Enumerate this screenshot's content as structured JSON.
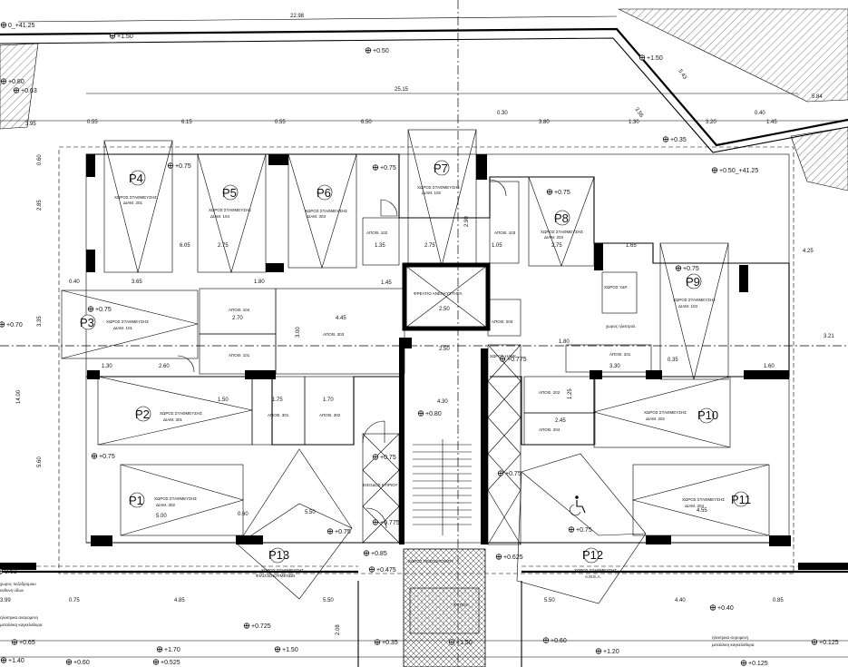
{
  "top_dims": {
    "overall": "22.98",
    "inner": "25.15",
    "right_a": "5.84",
    "right_b": "5.43",
    "right_c": "3.56",
    "right_d": "0.40",
    "seg": [
      "3.95",
      "0.55",
      "6.15",
      "0.55",
      "6.50",
      "0.30",
      "3.80",
      "1.30",
      "3.20",
      "1.45"
    ]
  },
  "levels": {
    "tl": "0_+41.25",
    "tr": "+0.50_+41.25",
    "l1": "+1.50",
    "l2": "+0.50",
    "l3": "+1.50",
    "l4": "+0.75",
    "l5": "+0.75",
    "l6": "+0.75",
    "l7": "+0.75",
    "l8": "+0.35",
    "l9": "+0.75",
    "l10": "+0.75",
    "l11": "+0.80",
    "l12": "+0.75",
    "l13": "+0.75",
    "l14": "+0.75",
    "l15": "+0.75",
    "l16": "+0.85",
    "l17": "+0.475",
    "l18": "+0.625",
    "l19": "+0.725",
    "l20": "+0.35",
    "l21": "+0.60",
    "l22": "+1.20",
    "l23": "+0.40",
    "l24": "+0.125",
    "l25": "+1.70",
    "l26": "+1.50",
    "l27": "+1.50",
    "l28": "+0.525",
    "l29": "+0.60",
    "l30": "+0.125",
    "l31": "+0.65",
    "l32": "+1.40",
    "l33": "+0.63",
    "l34": "+0.80",
    "l35": "+0.70",
    "l36": "0.63",
    "l37": "+0.775",
    "l38": "+0.775"
  },
  "parking": [
    {
      "id": "P4",
      "label": "ΧΩΡΟΣ ΣΤΑΘΜΕΥΣΗΣ",
      "sub": "ΔΙΑΜ. 201"
    },
    {
      "id": "P5",
      "label": "ΧΩΡΟΣ ΣΤΑΘΜΕΥΣΗΣ",
      "sub": "ΔΙΑΜ. 104"
    },
    {
      "id": "P6",
      "label": "ΧΩΡΟΣ ΣΤΑΘΜΕΥΣΗΣ",
      "sub": "ΔΙΑΜ. 303"
    },
    {
      "id": "P7",
      "label": "ΧΩΡΟΣ ΣΤΑΘΜΕΥΣΗΣ",
      "sub": "ΔΙΑΜ. 102"
    },
    {
      "id": "P8",
      "label": "ΧΩΡΟΣ ΣΤΑΘΜΕΥΣΗΣ",
      "sub": "ΔΙΑΜ. 203"
    },
    {
      "id": "P9",
      "label": "ΧΩΡΟΣ ΣΤΑΘΜΕΥΣΗΣ",
      "sub": "ΔΙΑΜ. 103"
    },
    {
      "id": "P3",
      "label": "ΧΩΡΟΣ ΣΤΑΘΜΕΥΣΗΣ",
      "sub": "ΔΙΑΜ. 101"
    },
    {
      "id": "P2",
      "label": "ΧΩΡΟΣ ΣΤΑΘΜΕΥΣΗΣ",
      "sub": "ΔΙΑΜ. 301"
    },
    {
      "id": "P10",
      "label": "ΧΩΡΟΣ ΣΤΑΘΜΕΥΣΗΣ",
      "sub": "ΔΙΑΜ. 202"
    },
    {
      "id": "P1",
      "label": "ΧΩΡΟΣ ΣΤΑΘΜΕΥΣΗΣ",
      "sub": "ΔΙΑΜ. 302"
    },
    {
      "id": "P11",
      "label": "ΧΩΡΟΣ ΣΤΑΘΜΕΥΣΗΣ",
      "sub": "ΔΙΑΜ. 204"
    },
    {
      "id": "P13",
      "label": "ΧΩΡΟΣ ΣΤΑΘΜΕΥΣΗΣ",
      "sub": "ΦΙΛΟΞΕΝΟΥΜΕΝΩΝ"
    },
    {
      "id": "P12",
      "label": "ΧΩΡΟΣ ΣΤΑΘΜΕΥΣΗΣ",
      "sub": "Α.Μ.Ε.Α."
    }
  ],
  "storage": {
    "s102": "ΑΠΟΘ. 102",
    "s103": "ΑΠΟΘ. 103",
    "s104": "ΑΠΟΘ. 104",
    "s101": "ΑΠΟΘ. 101",
    "s303": "ΑΠΟΘ. 303",
    "s203": "ΑΠΟΘ. 203",
    "s201": "ΑΠΟΘ. 201",
    "s301": "ΑΠΟΘ. 301",
    "s302": "ΑΠΟΘ. 302",
    "s202": "ΑΠΟΘ. 202",
    "s204": "ΑΠΟΘ. 204"
  },
  "rooms": {
    "elevator": "ΦΡΕΑΤΙΟ ΑΝΕΛΚΥΣΤΗΡΑ",
    "elec1": "ΧΩΡΟΣ ΗΛΕΚ.",
    "elec2": "χωρος ηλεκτρολ.",
    "water": "ΧΩΡΟΣ ΥΔΡ.",
    "stair_entry": "ΕΙΣΟΔΟΣ ΚΤΙΡΙΟΥ",
    "ramp": "ΡΑΜΠΑ",
    "ramp2": "ΧΩΡΟΣ ΠΕΖΟΔΡΟΜΙΟΥ",
    "planter": "ΦΥΤΕΙΑ"
  },
  "notes": {
    "gate_left": "ηλεκτρικα αναγομενη μεταλλικη καγκελοθυρα",
    "gate_right": "ηλεκτρικα συρομενη μεταλλικη καγκελοθυρα",
    "sidewalk_left": "χωρος πεζοδρομιου ευθυνη οδων"
  },
  "inner_dims": {
    "d1": "3.65",
    "d2": "6.05",
    "d3": "2.75",
    "d4": "1.35",
    "d5": "2.75",
    "d6": "1.05",
    "d7": "2.75",
    "d8": "1.65",
    "d9": "4.25",
    "d10": "2.70",
    "d11": "4.45",
    "d12": "2.50",
    "d13": "2.50",
    "d14": "1.30",
    "d15": "2.60",
    "d16": "1.50",
    "d17": "1.75",
    "d18": "1.70",
    "d19": "4.30",
    "d20": "2.45",
    "d21": "3.30",
    "d22": "1.60",
    "d23": "5.00",
    "d24": "5.50",
    "d25": "4.55",
    "d26": "4.85",
    "d27": "5.50",
    "d28": "5.50",
    "d29": "4.40",
    "d30": "0.85",
    "d31": "0.75",
    "d32": "1.45",
    "d33": "14.00",
    "d34": "3.99",
    "d35": "2.85",
    "d36": "5.60",
    "d37": "3.35",
    "d38": "0.60",
    "d39": "0.40",
    "d40": "1.80",
    "d41": "1.80",
    "d42": "0.35",
    "d43": "3.21",
    "d44": "3.00",
    "d45": "2.90",
    "d46": "2.08",
    "d47": "1.25",
    "d48": "0.60"
  }
}
